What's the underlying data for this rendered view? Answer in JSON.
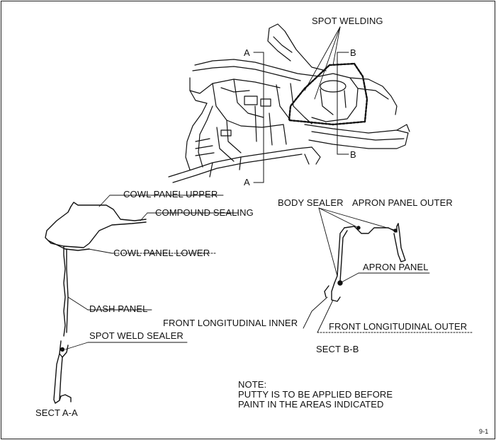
{
  "labels": {
    "spot_welding": "SPOT WELDING",
    "a_top": "A",
    "a_bottom": "A",
    "b_top": "B",
    "b_bottom": "B",
    "cowl_panel_upper": "COWL PANEL UPPER",
    "compound_sealing": "COMPOUND SEALING",
    "cowl_panel_lower": "COWL PANEL LOWER",
    "dash_panel": "DASH PANEL",
    "spot_weld_sealer": "SPOT WELD SEALER",
    "sect_a": "SECT A-A",
    "body_sealer": "BODY SEALER",
    "apron_panel_outer": "APRON PANEL OUTER",
    "apron_panel": "APRON PANEL",
    "front_longitudinal_inner": "FRONT LONGITUDINAL INNER",
    "front_longitudinal_outer": "FRONT LONGITUDINAL OUTER",
    "sect_b": "SECT B-B"
  },
  "note": {
    "title": "NOTE:",
    "line1": "PUTTY IS TO BE APPLIED BEFORE",
    "line2": "PAINT IN THE AREAS INDICATED"
  },
  "figure_id": "9-1"
}
